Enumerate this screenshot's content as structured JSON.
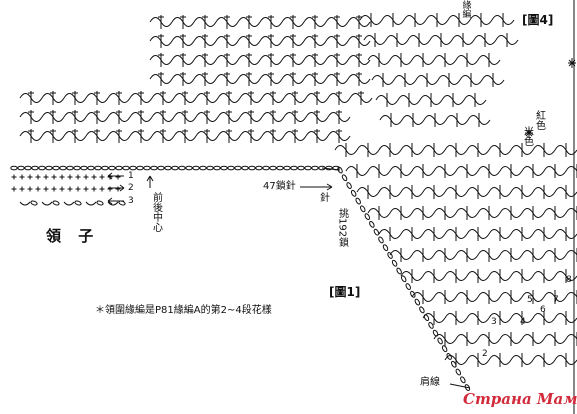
{
  "labels": {
    "collar_title": "領 子",
    "figure1": "[圖1]",
    "figure4": "[圖4]",
    "note": "＊領圍緣編是P81緣編A的第2~4段花樣",
    "stitch_47": "47鎖針",
    "shoulder_line": "肩線",
    "front_back_center": "前後中心",
    "stitch_vertical": "針",
    "count_192": "挑192鎖",
    "color_a": "紅色",
    "color_b": "米色",
    "top_text": "緣編"
  },
  "collar_rows": [
    "1",
    "2",
    "3"
  ],
  "diagonal_rows": [
    "2",
    "3",
    "4",
    "5",
    "6",
    "7",
    "8"
  ],
  "watermark": "Страна Мам",
  "colors": {
    "ink": "#111111",
    "watermark": "#d22a3a"
  }
}
